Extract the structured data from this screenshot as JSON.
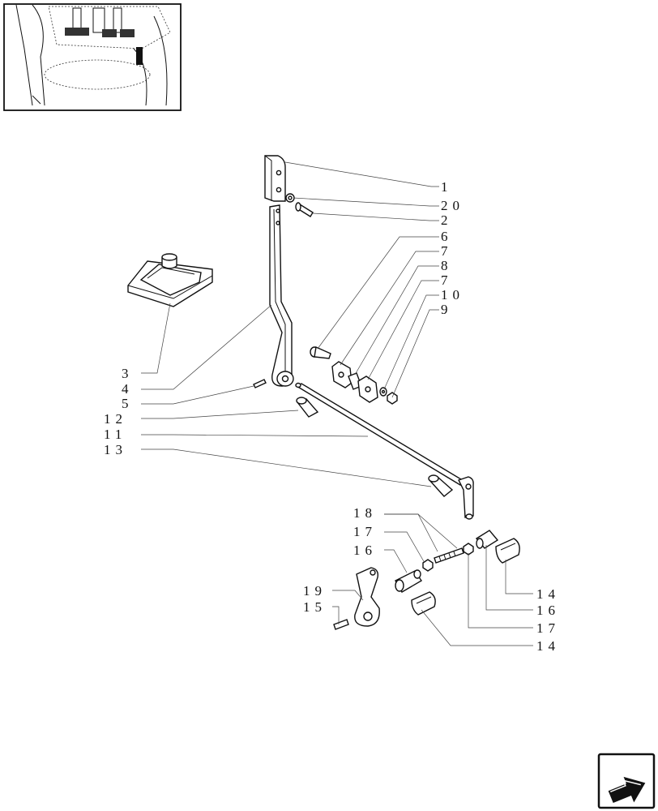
{
  "diagram": {
    "callouts": [
      {
        "id": "c1",
        "label": "1"
      },
      {
        "id": "c20",
        "label": "20"
      },
      {
        "id": "c2",
        "label": "2"
      },
      {
        "id": "c6",
        "label": "6"
      },
      {
        "id": "c7a",
        "label": "7"
      },
      {
        "id": "c8",
        "label": "8"
      },
      {
        "id": "c7b",
        "label": "7"
      },
      {
        "id": "c10",
        "label": "10"
      },
      {
        "id": "c9",
        "label": "9"
      },
      {
        "id": "c3",
        "label": "3"
      },
      {
        "id": "c4",
        "label": "4"
      },
      {
        "id": "c5",
        "label": "5"
      },
      {
        "id": "c12",
        "label": "12"
      },
      {
        "id": "c11",
        "label": "11"
      },
      {
        "id": "c13",
        "label": "13"
      },
      {
        "id": "c18",
        "label": "18"
      },
      {
        "id": "c17a",
        "label": "17"
      },
      {
        "id": "c16a",
        "label": "16"
      },
      {
        "id": "c19",
        "label": "19"
      },
      {
        "id": "c15",
        "label": "15"
      },
      {
        "id": "c14a",
        "label": "14"
      },
      {
        "id": "c16b",
        "label": "16"
      },
      {
        "id": "c17b",
        "label": "17"
      },
      {
        "id": "c14b",
        "label": "14"
      }
    ]
  },
  "icons": {
    "thumbnail": "tractor-pedal-area-thumbnail-icon",
    "nav": "next-page-arrow-icon"
  }
}
